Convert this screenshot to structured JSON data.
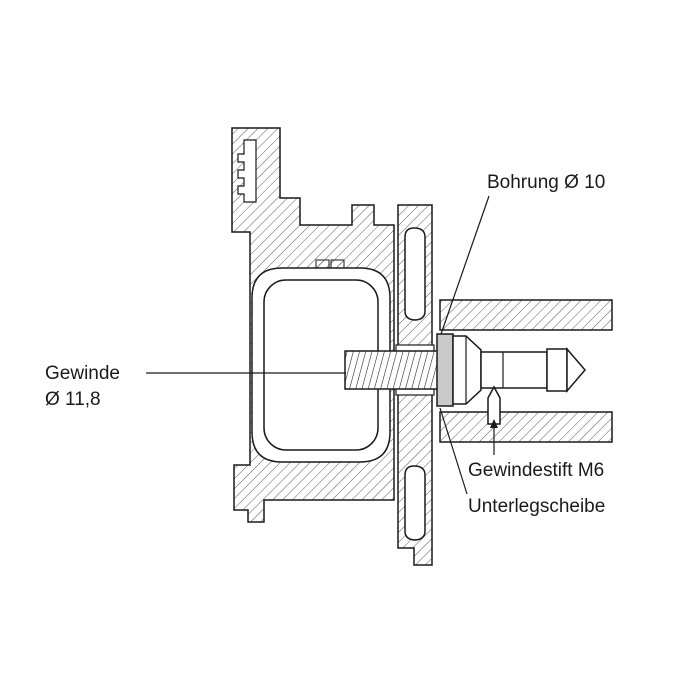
{
  "diagram": {
    "labels": {
      "bohrung": "Bohrung Ø 10",
      "gewinde_line1": "Gewinde",
      "gewinde_line2": "Ø 11,8",
      "gewindestift": "Gewindestift M6",
      "unterlegscheibe": "Unterlegscheibe"
    },
    "colors": {
      "line": "#1a1a1a",
      "hatch": "#4a4a4a",
      "washer_fill": "#c9c9c9",
      "background": "#ffffff"
    }
  }
}
